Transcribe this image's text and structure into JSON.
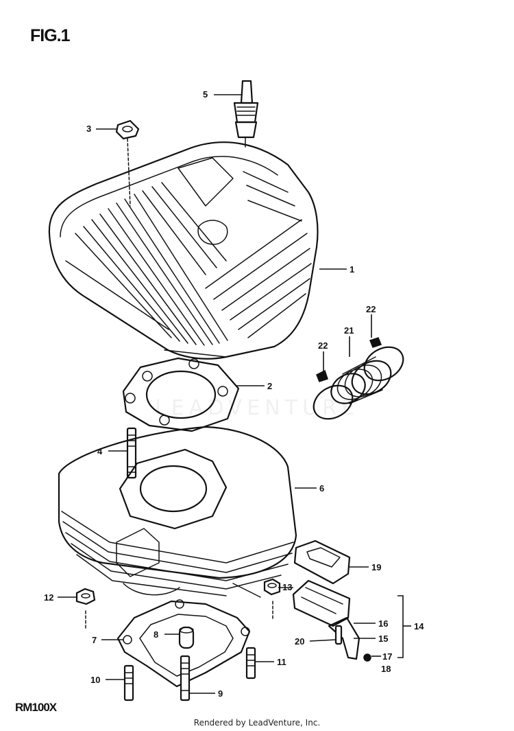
{
  "figure": {
    "title": "FIG.1",
    "model": "RM100X"
  },
  "footer": {
    "credit": "Rendered by LeadVenture, Inc."
  },
  "watermark": "LEADVENTURE",
  "callouts": [
    "1",
    "2",
    "3",
    "4",
    "5",
    "6",
    "7",
    "8",
    "9",
    "10",
    "11",
    "12",
    "13",
    "14",
    "15",
    "16",
    "17",
    "18",
    "19",
    "20",
    "21",
    "22",
    "22"
  ]
}
